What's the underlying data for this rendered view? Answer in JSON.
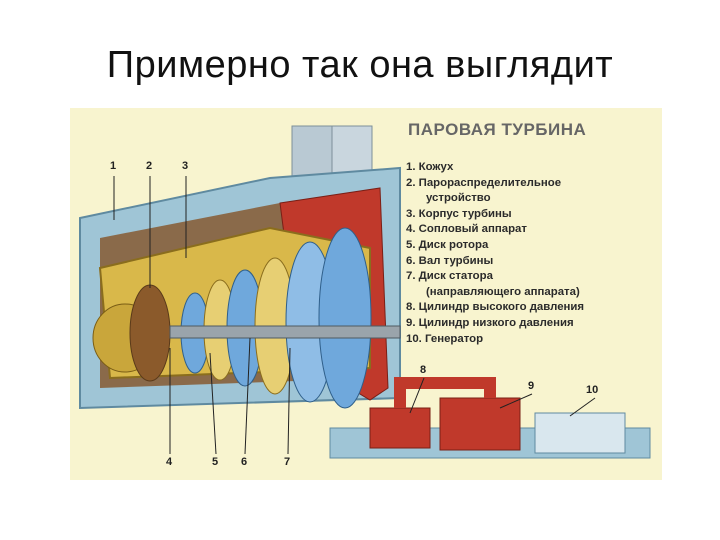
{
  "slide": {
    "title": "Примерно так она выглядит"
  },
  "figure": {
    "heading": "ПАРОВАЯ ТУРБИНА",
    "legend": [
      {
        "text": "1. Кожух",
        "indent": false
      },
      {
        "text": "2. Парораспределительное",
        "indent": false
      },
      {
        "text": "устройство",
        "indent": true
      },
      {
        "text": "3. Корпус турбины",
        "indent": false
      },
      {
        "text": "4. Сопловый аппарат",
        "indent": false
      },
      {
        "text": "5. Диск ротора",
        "indent": false
      },
      {
        "text": "6. Вал турбины",
        "indent": false
      },
      {
        "text": "7. Диск статора",
        "indent": false
      },
      {
        "text": "(направляющего аппарата)",
        "indent": true
      },
      {
        "text": "8. Цилиндр высокого давления",
        "indent": false
      },
      {
        "text": "9. Цилиндр низкого давления",
        "indent": false
      },
      {
        "text": "10. Генератор",
        "indent": false
      }
    ],
    "callouts": {
      "c1": "1",
      "c2": "2",
      "c3": "3",
      "c4": "4",
      "c5": "5",
      "c6": "6",
      "c7": "7",
      "c8": "8",
      "c9": "9",
      "c10": "10"
    },
    "colors": {
      "background": "#f8f4cf",
      "casing": "#9fc5d6",
      "housing_red": "#c0392b",
      "rotor_yellow": "#d9b84a",
      "blades_blue": "#6fa8dc"
    }
  }
}
